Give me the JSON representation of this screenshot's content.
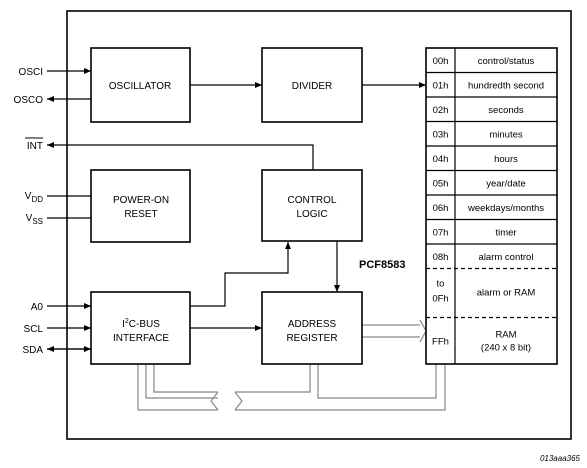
{
  "pins": {
    "osci": "OSCI",
    "osco": "OSCO",
    "int": "INT",
    "vdd_main": "V",
    "vdd_sub": "DD",
    "vss_main": "V",
    "vss_sub": "SS",
    "a0": "A0",
    "scl": "SCL",
    "sda": "SDA"
  },
  "blocks": {
    "oscillator": "OSCILLATOR",
    "divider": "DIVIDER",
    "power_on_reset_line1": "POWER-ON",
    "power_on_reset_line2": "RESET",
    "control_logic_line1": "CONTROL",
    "control_logic_line2": "LOGIC",
    "i2c_sup": "2",
    "i2c_pre": "I",
    "i2c_post": "C-BUS",
    "i2c_line2": "INTERFACE",
    "address_register_line1": "ADDRESS",
    "address_register_line2": "REGISTER"
  },
  "chip_name": "PCF8583",
  "registers": [
    {
      "addr": "00h",
      "name": "control/status"
    },
    {
      "addr": "01h",
      "name": "hundredth second"
    },
    {
      "addr": "02h",
      "name": "seconds"
    },
    {
      "addr": "03h",
      "name": "minutes"
    },
    {
      "addr": "04h",
      "name": "hours"
    },
    {
      "addr": "05h",
      "name": "year/date"
    },
    {
      "addr": "06h",
      "name": "weekdays/months"
    },
    {
      "addr": "07h",
      "name": "timer"
    },
    {
      "addr": "08h",
      "name": "alarm control"
    }
  ],
  "alarm_ram": {
    "addr_line1": "to",
    "addr_line2": "0Fh",
    "name": "alarm or RAM"
  },
  "ram": {
    "addr": "FFh",
    "name_line1": "RAM",
    "name_line2": "(240 x 8 bit)"
  },
  "figure_code": "013aaa365"
}
